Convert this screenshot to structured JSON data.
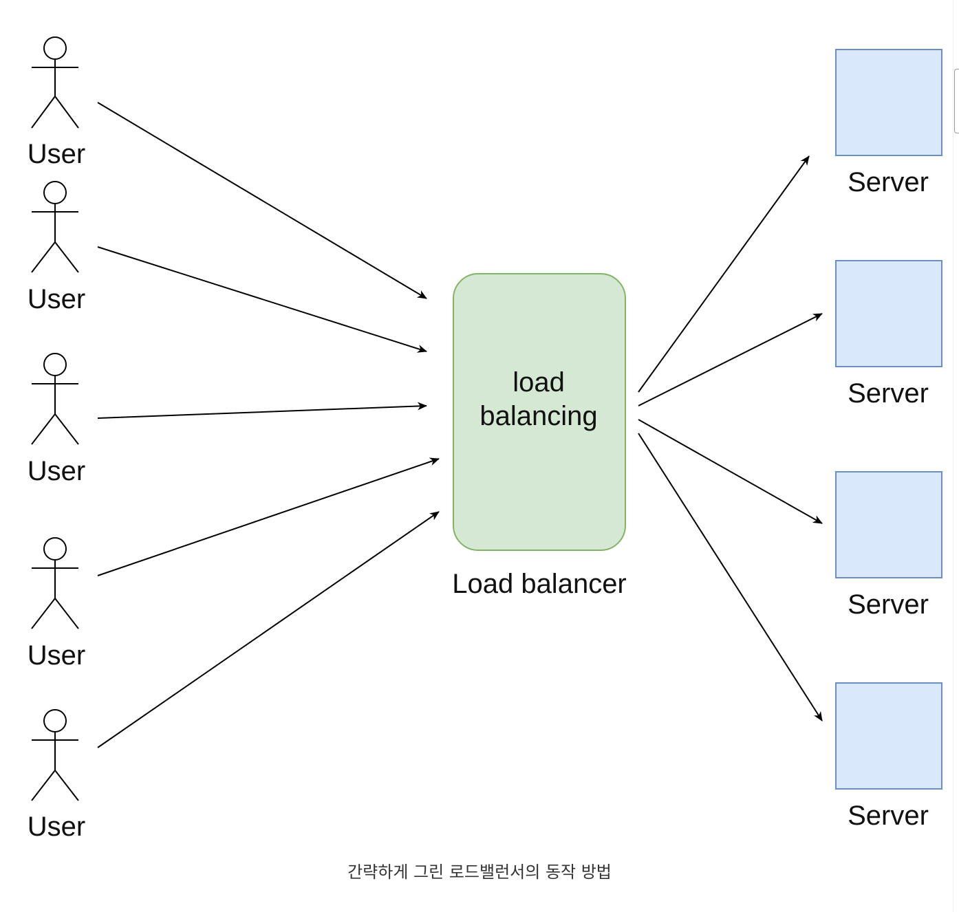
{
  "users": [
    {
      "label": "User"
    },
    {
      "label": "User"
    },
    {
      "label": "User"
    },
    {
      "label": "User"
    },
    {
      "label": "User"
    }
  ],
  "load_balancer": {
    "inner_text_line1": "load",
    "inner_text_line2": "balancing",
    "label": "Load balancer",
    "fill": "#d5e8d4",
    "stroke": "#82b366"
  },
  "servers": [
    {
      "label": "Server"
    },
    {
      "label": "Server"
    },
    {
      "label": "Server"
    },
    {
      "label": "Server"
    }
  ],
  "server_style": {
    "fill": "#dae8fc",
    "stroke": "#6c8ebf"
  },
  "caption": "간략하게 그린 로드밸런서의 동작 방법"
}
